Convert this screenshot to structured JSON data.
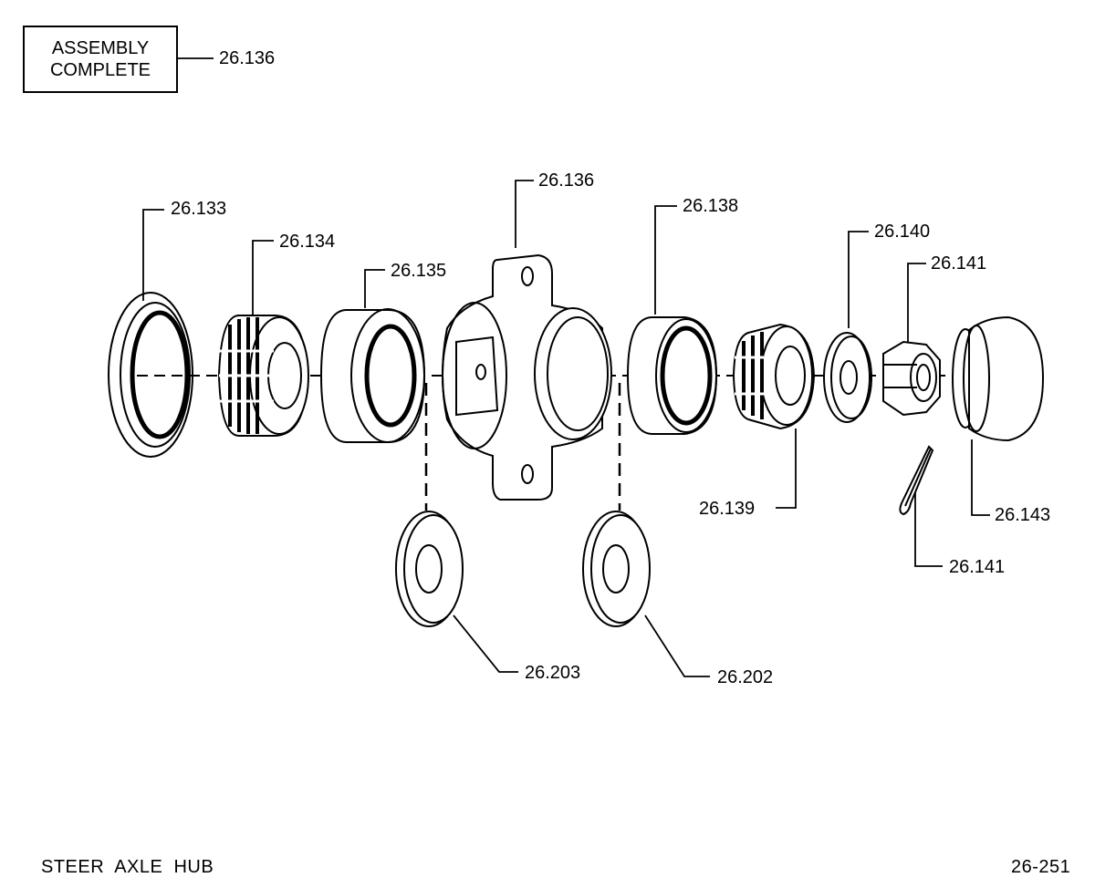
{
  "assembly_box": {
    "line1": "ASSEMBLY",
    "line2": "COMPLETE",
    "part_number": "26.136"
  },
  "callouts": [
    {
      "id": "seal",
      "label": "26.133"
    },
    {
      "id": "inner-cone",
      "label": "26.134"
    },
    {
      "id": "inner-cup",
      "label": "26.135"
    },
    {
      "id": "hub",
      "label": "26.136"
    },
    {
      "id": "outer-cup",
      "label": "26.138"
    },
    {
      "id": "outer-cone",
      "label": "26.139"
    },
    {
      "id": "washer",
      "label": "26.140"
    },
    {
      "id": "nut",
      "label": "26.141"
    },
    {
      "id": "cap",
      "label": "26.143"
    },
    {
      "id": "cotter-pin",
      "label": "26.141"
    },
    {
      "id": "shim-left",
      "label": "26.203"
    },
    {
      "id": "shim-right",
      "label": "26.202"
    }
  ],
  "footer": {
    "title": "STEER  AXLE  HUB",
    "page_number": "26-251"
  }
}
